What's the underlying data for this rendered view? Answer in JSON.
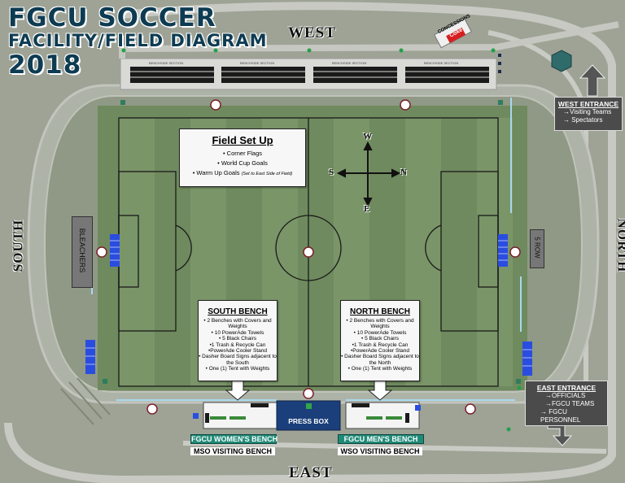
{
  "title": {
    "line1": "FGCU SOCCER",
    "line2": "FACILITY/FIELD DIAGRAM",
    "line3": "2018"
  },
  "directions": {
    "west": "WEST",
    "east": "EAST",
    "south": "SOUTH",
    "north": "NORTH"
  },
  "compass_rose": {
    "w": "W",
    "s": "S",
    "n": "N",
    "e": "E"
  },
  "concessions": {
    "label": "CONCESSIONS",
    "sign": "Coke"
  },
  "stand_label": "BENCHSIDE SECTION",
  "field_setup": {
    "title": "Field Set Up",
    "items": [
      "• Corner Flags",
      "• World Cup Goals"
    ],
    "warmup": "• Warm Up Goals",
    "warmup_note": "(Set to East Side of Field)"
  },
  "south_bench": {
    "title": "SOUTH BENCH",
    "items": [
      "• 2 Benches with Covers and Weights",
      "• 10 PowerAde Towels",
      "• 5 Black Chairs",
      "•1 Trash & Recycle Can",
      "•PowerAde Cooler Stand",
      "• Dasher Board Signs adjacent to the South",
      "• One (1) Tent with Weights"
    ]
  },
  "north_bench": {
    "title": "NORTH BENCH",
    "items": [
      "• 2 Benches with Covers and Weights",
      "• 10 PowerAde Towels",
      "• 5 Black Chairs",
      "•1 Trash & Recycle Can",
      "•PowerAde Cooler Stand",
      "• Dasher Board Signs adjacent to the North",
      "• One (1) Tent with Weights"
    ]
  },
  "bleachers": "BLEACHERS",
  "five_row": "5 ROW",
  "west_entrance": {
    "title": "WEST ENTRANCE",
    "items": [
      "→Visiting Teams",
      "→ Spectators"
    ]
  },
  "east_entrance": {
    "title": "EAST ENTRANCE",
    "items": [
      "→OFFICIALS",
      "→FGCU TEAMS",
      "→ FGCU PERSONNEL"
    ]
  },
  "press_box": "PRESS BOX",
  "fgcu_womens_bench": "FGCU WOMEN'S BENCH",
  "mso_visiting_bench": "MSO VISITING BENCH",
  "fgcu_mens_bench": "FGCU MEN'S BENCH",
  "wso_visiting_bench": "WSO VISITING BENCH",
  "colors": {
    "field": "#5b7a4c",
    "track": "#b7bcb0",
    "title": "#0d3b52",
    "bench_label": "#1f8a78",
    "press_box": "#1b3f7a"
  }
}
